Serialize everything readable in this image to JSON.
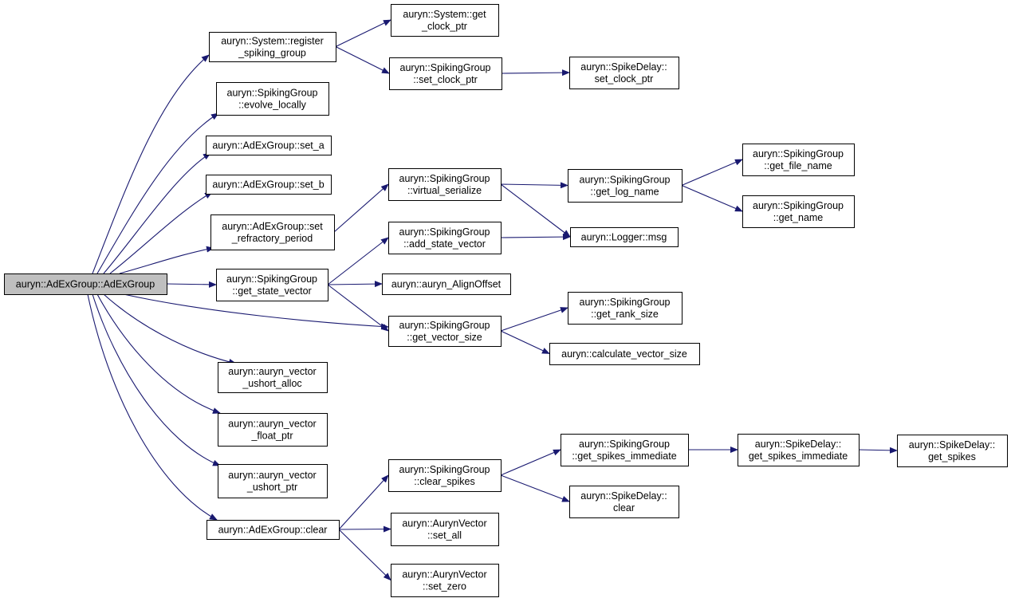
{
  "diagram": {
    "colors": {
      "edge": "#191970",
      "root_fill": "#bfbfbf",
      "node_fill": "#ffffff",
      "border": "#000000"
    },
    "nodes": {
      "root": [
        "auryn::AdExGroup::AdExGroup"
      ],
      "register": [
        "auryn::System::register",
        "_spiking_group"
      ],
      "evolve": [
        "auryn::SpikingGroup",
        "::evolve_locally"
      ],
      "seta": [
        "auryn::AdExGroup::set_a"
      ],
      "setb": [
        "auryn::AdExGroup::set_b"
      ],
      "setref": [
        "auryn::AdExGroup::set",
        "_refractory_period"
      ],
      "getstate": [
        "auryn::SpikingGroup",
        "::get_state_vector"
      ],
      "ushortalloc": [
        "auryn::auryn_vector",
        "_ushort_alloc"
      ],
      "floatptr": [
        "auryn::auryn_vector",
        "_float_ptr"
      ],
      "ushortptr": [
        "auryn::auryn_vector",
        "_ushort_ptr"
      ],
      "clear": [
        "auryn::AdExGroup::clear"
      ],
      "getclock": [
        "auryn::System::get",
        "_clock_ptr"
      ],
      "setclock": [
        "auryn::SpikingGroup",
        "::set_clock_ptr"
      ],
      "virtser": [
        "auryn::SpikingGroup",
        "::virtual_serialize"
      ],
      "addstate": [
        "auryn::SpikingGroup",
        "::add_state_vector"
      ],
      "align": [
        "auryn::auryn_AlignOffset"
      ],
      "getvec": [
        "auryn::SpikingGroup",
        "::get_vector_size"
      ],
      "clearspikes": [
        "auryn::SpikingGroup",
        "::clear_spikes"
      ],
      "setall": [
        "auryn::AurynVector",
        "::set_all"
      ],
      "setzero": [
        "auryn::AurynVector",
        "::set_zero"
      ],
      "sdsetclock": [
        "auryn::SpikeDelay::",
        "set_clock_ptr"
      ],
      "getlog": [
        "auryn::SpikingGroup",
        "::get_log_name"
      ],
      "loggermsg": [
        "auryn::Logger::msg"
      ],
      "getrank": [
        "auryn::SpikingGroup",
        "::get_rank_size"
      ],
      "calcvec": [
        "auryn::calculate_vector_size"
      ],
      "getspikesimm": [
        "auryn::SpikingGroup",
        "::get_spikes_immediate"
      ],
      "sdclear": [
        "auryn::SpikeDelay::",
        "clear"
      ],
      "getfile": [
        "auryn::SpikingGroup",
        "::get_file_name"
      ],
      "getname": [
        "auryn::SpikingGroup",
        "::get_name"
      ],
      "sdgetspikesimm": [
        "auryn::SpikeDelay::",
        "get_spikes_immediate"
      ],
      "sdgetspikes": [
        "auryn::SpikeDelay::",
        "get_spikes"
      ]
    },
    "edges": [
      [
        "root",
        "register"
      ],
      [
        "root",
        "evolve"
      ],
      [
        "root",
        "seta"
      ],
      [
        "root",
        "setb"
      ],
      [
        "root",
        "setref"
      ],
      [
        "root",
        "getstate"
      ],
      [
        "root",
        "getvec"
      ],
      [
        "root",
        "ushortalloc"
      ],
      [
        "root",
        "floatptr"
      ],
      [
        "root",
        "ushortptr"
      ],
      [
        "root",
        "clear"
      ],
      [
        "register",
        "getclock"
      ],
      [
        "register",
        "setclock"
      ],
      [
        "setclock",
        "sdsetclock"
      ],
      [
        "setref",
        "virtser"
      ],
      [
        "virtser",
        "getlog"
      ],
      [
        "virtser",
        "loggermsg"
      ],
      [
        "getlog",
        "getfile"
      ],
      [
        "getlog",
        "getname"
      ],
      [
        "getstate",
        "addstate"
      ],
      [
        "getstate",
        "align"
      ],
      [
        "getstate",
        "getvec"
      ],
      [
        "addstate",
        "loggermsg"
      ],
      [
        "getvec",
        "getrank"
      ],
      [
        "getvec",
        "calcvec"
      ],
      [
        "clear",
        "clearspikes"
      ],
      [
        "clear",
        "setall"
      ],
      [
        "clear",
        "setzero"
      ],
      [
        "clearspikes",
        "getspikesimm"
      ],
      [
        "clearspikes",
        "sdclear"
      ],
      [
        "getspikesimm",
        "sdgetspikesimm"
      ],
      [
        "sdgetspikesimm",
        "sdgetspikes"
      ]
    ]
  }
}
